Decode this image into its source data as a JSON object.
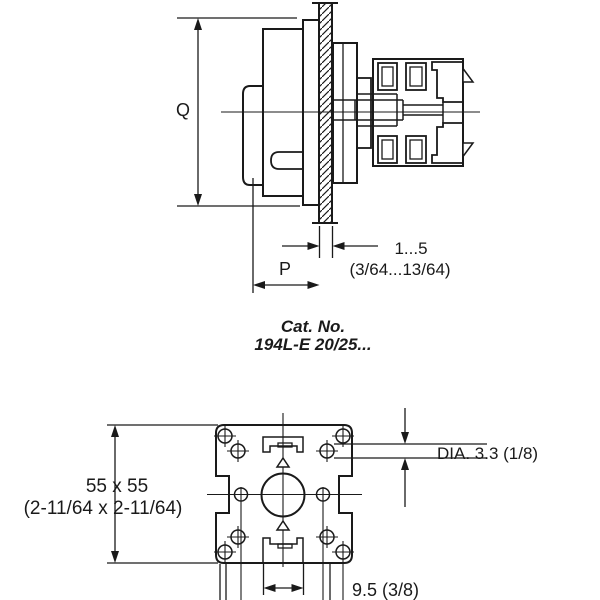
{
  "colors": {
    "line": "#1a1a1a",
    "background": "#ffffff"
  },
  "drawing": {
    "side_view": {
      "dim_height_label": "Q",
      "dim_depth_label": "P",
      "panel_thickness_value": "1...5",
      "panel_thickness_fraction": "(3/64...13/64)"
    },
    "caption": {
      "line1": "Cat. No.",
      "line2": "194L-E 20/25..."
    },
    "rear_view": {
      "plate_size_value": "55 x 55",
      "plate_size_fraction": "(2-11/64 x 2-11/64)",
      "hole_dia_label": "DIA. 3.3 (1/8)",
      "slot_width_label": "9.5 (3/8)"
    }
  }
}
